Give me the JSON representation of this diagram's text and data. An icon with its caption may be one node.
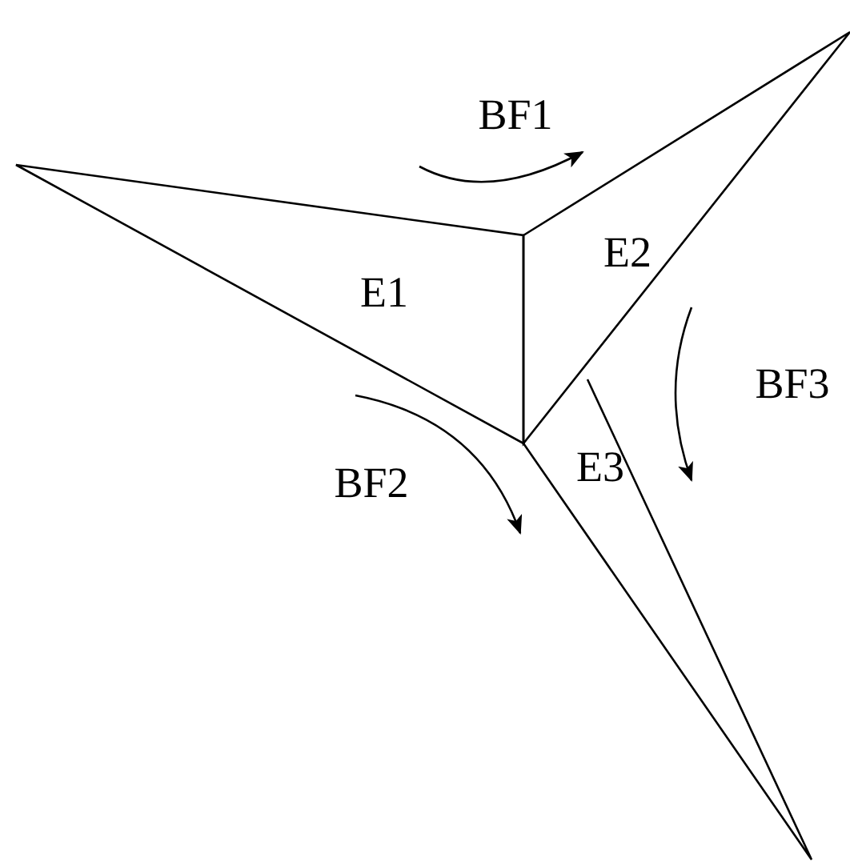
{
  "diagram": {
    "nodes": [
      {
        "text": [
          "E1"
        ]
      },
      {
        "text": [
          "E2"
        ]
      },
      {
        "text": [
          "E3"
        ]
      }
    ],
    "labels": [
      "BF1",
      "BF3",
      "BF2"
    ]
  }
}
